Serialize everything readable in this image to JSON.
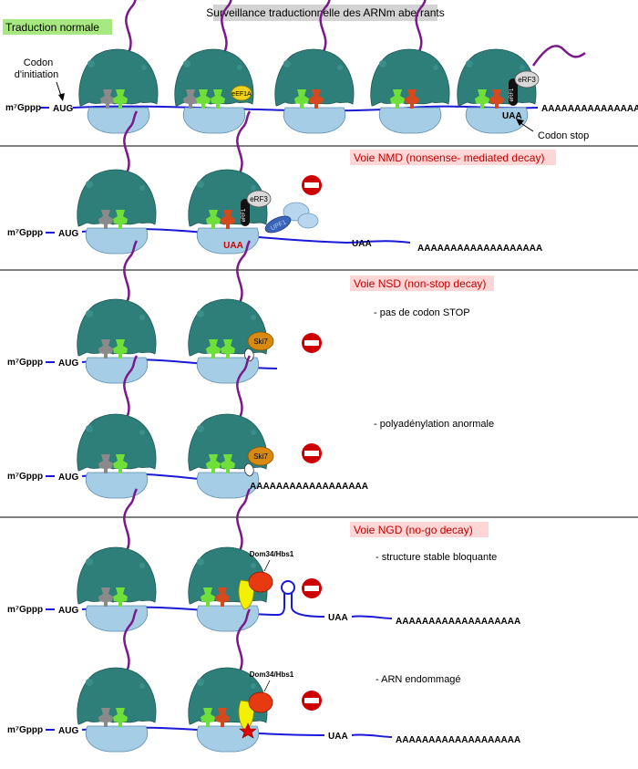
{
  "title": "Surveillance traductionnelle des ARNm aberrants",
  "colors": {
    "ribosome_large": "#2e7e7a",
    "ribosome_small": "#a6cde6",
    "mrna": "#1a1ad6",
    "peptide": "#7a1a8a",
    "trna_grey": "#8a8a8a",
    "trna_green": "#6fe03a",
    "trna_red": "#d44a1e",
    "stop_sign": "#cc0000",
    "title_bg": "#d3d3d3",
    "section_bg": "#ffd6d6",
    "normal_bg": "#a8e880"
  },
  "panels": {
    "normal": {
      "label": "Traduction normale",
      "cap": "m⁷Gppp",
      "start": "AUG",
      "initiation": [
        "Codon",
        "d'initiation"
      ],
      "ef": "eEF1A",
      "erf3": "eRF3",
      "erf1": "eRF1",
      "stop": "UAA",
      "polya": "AAAAAAAAAAAAAAAAA",
      "codon_stop": "Codon stop"
    },
    "nmd": {
      "label": "Voie NMD (nonsense- mediated decay)",
      "cap": "m⁷Gppp",
      "start": "AUG",
      "erf3": "eRF3",
      "erf1": "eRF1",
      "upf1": "UPF1",
      "premature_stop": "UAA",
      "stop": "UAA",
      "polya": "AAAAAAAAAAAAAAAAAAA"
    },
    "nsd": {
      "label": "Voie NSD (non-stop decay)",
      "case1": {
        "note": "- pas de codon STOP",
        "cap": "m⁷Gppp",
        "start": "AUG",
        "factor": "Ski7"
      },
      "case2": {
        "note": "- polyadénylation anormale",
        "cap": "m⁷Gppp",
        "start": "AUG",
        "factor": "Ski7",
        "polya": "AAAAAAAAAAAAAAAAAA"
      }
    },
    "ngd": {
      "label": "Voie NGD (no-go decay)",
      "case1": {
        "note": "- structure stable bloquante",
        "cap": "m⁷Gppp",
        "start": "AUG",
        "factor": "Dom34/Hbs1",
        "stop": "UAA",
        "polya": "AAAAAAAAAAAAAAAAAAA"
      },
      "case2": {
        "note": "- ARN endommagé",
        "cap": "m⁷Gppp",
        "start": "AUG",
        "factor": "Dom34/Hbs1",
        "stop": "UAA",
        "polya": "AAAAAAAAAAAAAAAAAAA"
      }
    }
  }
}
